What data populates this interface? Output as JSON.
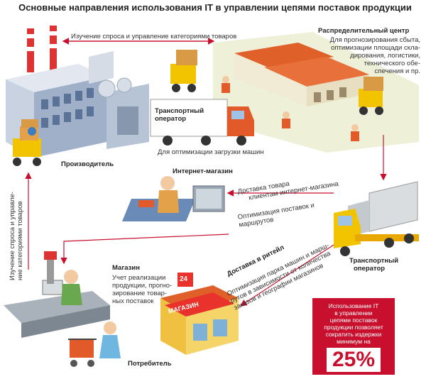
{
  "title": "Основные направления использования IT в управлении цепями поставок продукции",
  "labels": {
    "top_arrow": "Изучение спроса и управление категориями товаров",
    "distribution_center": "Распределительный центр",
    "dc_description": [
      "Для прогнозирования сбыта,",
      "оптимизации площади скла-",
      "дирования, логистики,",
      "технического обе-",
      "спечения и пр."
    ],
    "transport_operator_1": [
      "Транспортный",
      "оператор"
    ],
    "truck_load": "Для оптимизации загрузки машин",
    "producer": "Производитель",
    "internet_shop": "Интернет-магазин",
    "delivery_clients": [
      "Доставка товара",
      "клиентам интернет-магазина"
    ],
    "optimize_deliveries": [
      "Оптимизация поставок и",
      "маршрутов"
    ],
    "left_vertical": [
      "Изучение спроса и управле-",
      "ние категориями товаров"
    ],
    "transport_operator_2": [
      "Транспортный",
      "оператор"
    ],
    "retail_delivery": "Доставка в ритейл",
    "retail_delivery_desc": [
      "Оптимизация парка машин и марш-",
      "рутов в зависимости от количества",
      "заказов и географии магазинов"
    ],
    "shop": "Магазин",
    "shop_desc": [
      "Учет реализации",
      "продукции, прогно-",
      "зирование товар-",
      "ных поставок"
    ],
    "consumer": "Потребитель",
    "store_sign": "МАГАЗИН",
    "store_hours": "24"
  },
  "callout": {
    "text": [
      "Использование IT",
      "в управлении",
      "цепями поставок",
      "продукции позволяет",
      "сократить издержки",
      "минимум на"
    ],
    "value": "25%"
  },
  "colors": {
    "accent": "#c8102e",
    "roof": "#e0602a",
    "arrow": "#b0b0b0"
  }
}
